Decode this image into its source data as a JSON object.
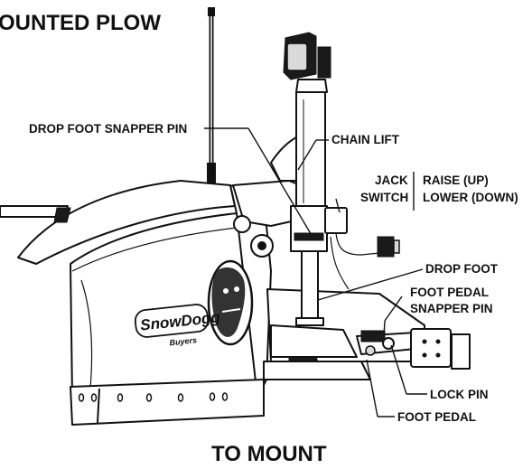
{
  "title_fragment": "OUNTED PLOW",
  "footer_title": "TO MOUNT",
  "callouts": {
    "drop_foot_snapper_pin": "DROP FOOT SNAPPER PIN",
    "chain_lift": "CHAIN LIFT",
    "jack_switch_line1": "JACK",
    "jack_switch_line2": "SWITCH",
    "raise_up": "RAISE (UP)",
    "lower_down": "LOWER (DOWN)",
    "drop_foot": "DROP FOOT",
    "foot_pedal_snapper_pin_line1": "FOOT PEDAL",
    "foot_pedal_snapper_pin_line2": "SNAPPER PIN",
    "lock_pin": "LOCK PIN",
    "foot_pedal": "FOOT PEDAL"
  },
  "logo": {
    "brand": "SnowDogg",
    "maker": "Buyers"
  }
}
